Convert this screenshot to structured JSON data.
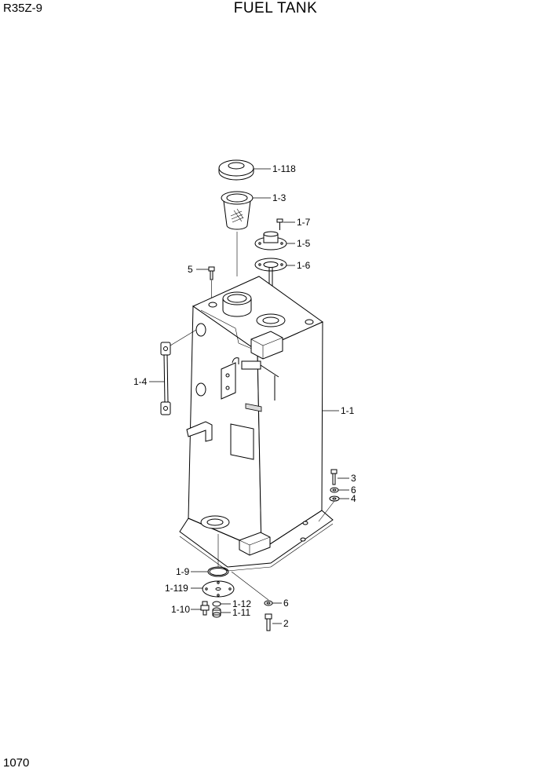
{
  "header": {
    "model": "R35Z-9",
    "title": "FUEL TANK"
  },
  "footer": {
    "page_number": "1070"
  },
  "diagram": {
    "labels": [
      {
        "id": "1-118",
        "text": "1-118"
      },
      {
        "id": "1-3",
        "text": "1-3"
      },
      {
        "id": "1-7",
        "text": "1-7"
      },
      {
        "id": "1-5",
        "text": "1-5"
      },
      {
        "id": "1-6",
        "text": "1-6"
      },
      {
        "id": "5",
        "text": "5"
      },
      {
        "id": "1-4",
        "text": "1-4"
      },
      {
        "id": "1-1",
        "text": "1-1"
      },
      {
        "id": "3",
        "text": "3"
      },
      {
        "id": "6a",
        "text": "6"
      },
      {
        "id": "4",
        "text": "4"
      },
      {
        "id": "1-9",
        "text": "1-9"
      },
      {
        "id": "1-119",
        "text": "1-119"
      },
      {
        "id": "6b",
        "text": "6"
      },
      {
        "id": "1-12",
        "text": "1-12"
      },
      {
        "id": "1-10",
        "text": "1-10"
      },
      {
        "id": "1-11",
        "text": "1-11"
      },
      {
        "id": "2",
        "text": "2"
      }
    ]
  }
}
